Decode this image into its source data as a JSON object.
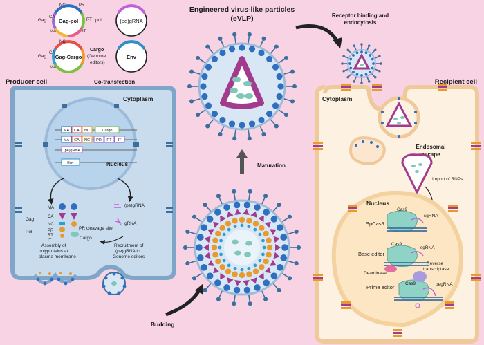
{
  "title": {
    "line1": "Engineered virus-like particles",
    "line2": "(eVLP)"
  },
  "plasmids": {
    "gag_pol": {
      "name": "Gag-pol",
      "labels": [
        "Gag",
        "NC",
        "CA",
        "MA",
        "PR",
        "RT",
        "IT",
        "pol"
      ]
    },
    "pegrna": {
      "name": "(pe)gRNA"
    },
    "gag_cargo": {
      "name": "Gag-Cargo",
      "labels": [
        "Gag",
        "NC",
        "CA",
        "MA"
      ],
      "cargo_title": "Cargo",
      "cargo_sub1": "(Genome",
      "cargo_sub2": "editors)"
    },
    "env": {
      "name": "Env"
    }
  },
  "producer": {
    "title": "Producer cell",
    "cotransfection": "Co-transfection",
    "cytoplasm": "Cytoplasm",
    "nucleus": "Nucleus",
    "constructs": {
      "row1": [
        "MA",
        "CA",
        "NC",
        "Cargo"
      ],
      "row2": [
        "MA",
        "CA",
        "NC",
        "PR",
        "RT",
        "IT"
      ],
      "row3": [
        "(pe)gRNA"
      ],
      "row4": [
        "Env"
      ]
    },
    "legend": {
      "gag": "Gag",
      "ma": "MA",
      "ca": "CA",
      "nc": "NC",
      "pol": "Pol",
      "pr": "PR",
      "rt": "RT",
      "it": "IT",
      "cleavage": "PR cleavage site",
      "cargo": "Cargo",
      "pegrna": "(pe)gRNA",
      "grna": "gRNA"
    },
    "assembly": [
      "Assembly of",
      "polyproteins at",
      "plasma membrane"
    ],
    "recruitment": [
      "Recruitment of",
      "(pe)gRNA to",
      "Genome editors"
    ]
  },
  "steps": {
    "maturation": "Maturation",
    "budding": "Budding",
    "receptor": [
      "Receptor binding and",
      "endocytosis"
    ]
  },
  "recipient": {
    "title": "Recipient cell",
    "cytoplasm": "Cytoplasm",
    "endosomal": [
      "Endosomal",
      "escape"
    ],
    "import": "Import of RNPs",
    "nucleus": "Nucleus",
    "editors": {
      "cas9_a": "Cas9",
      "spcas9": "SpCas9",
      "sgrna_a": "sgRNA",
      "cas9_b": "Cas9",
      "base_editor": "Base editor",
      "sgrna_b": "sgRNA",
      "deaminase": "Deaminase",
      "reverse": [
        "Reverse",
        "transcriptase"
      ],
      "cas9_c": "Cas9",
      "prime_editor": "Prime editor",
      "pegrna": "pegRNA"
    }
  },
  "colors": {
    "background": "#f7d3e3",
    "cell": "#c9dcee",
    "nucleus_producer": "#b8d4ec",
    "recipient_cell": "#fdf1e1",
    "recipient_nucleus": "#fde6c4",
    "membrane": "#7fa6c9",
    "spike": "#3d6f9e",
    "capsid_purple": "#a23a8e",
    "capsid_orange": "#e89a2e",
    "cas9": "#8fd3c6",
    "deaminase": "#e56ea1",
    "rt": "#a99be0"
  }
}
